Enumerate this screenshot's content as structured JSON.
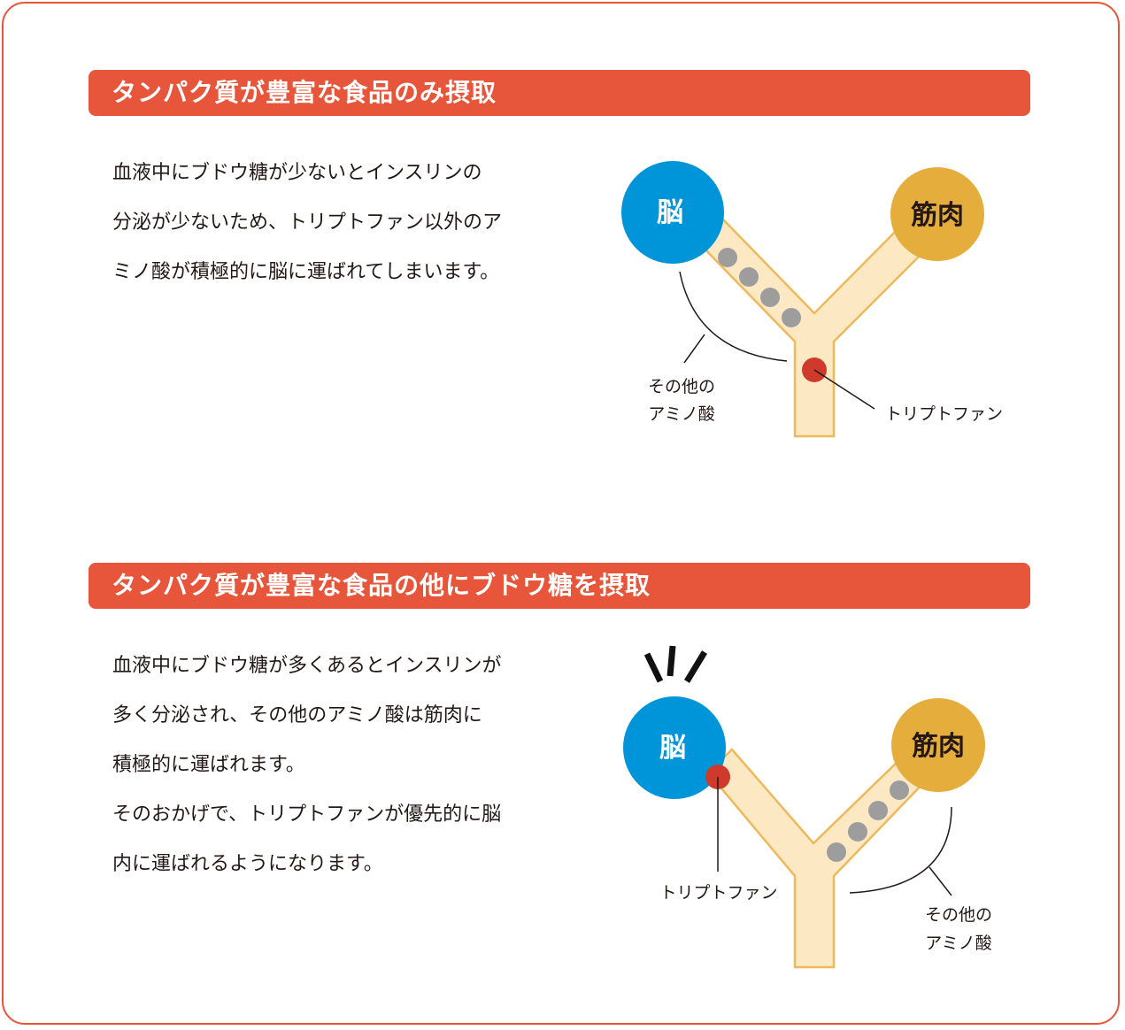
{
  "section1": {
    "title": "タンパク質が豊富な食品のみ摂取",
    "paragraphs": [
      "血液中にブドウ糖が少ないとインスリンの",
      "分泌が少ないため、トリプトファン以外のア",
      "ミノ酸が積極的に脳に運ばれてしまいます。"
    ],
    "diagram": {
      "brain_label": "脳",
      "muscle_label": "筋肉",
      "other_label_line1": "その他の",
      "other_label_line2": "アミノ酸",
      "tryptophan_label": "トリプトファン"
    }
  },
  "section2": {
    "title": "タンパク質が豊富な食品の他にブドウ糖を摂取",
    "paragraphs": [
      "血液中にブドウ糖が多くあるとインスリンが",
      "多く分泌され、その他のアミノ酸は筋肉に",
      "積極的に運ばれます。",
      "そのおかげで、トリプトファンが優先的に脳",
      "内に運ばれるようになります。"
    ],
    "diagram": {
      "brain_label": "脳",
      "muscle_label": "筋肉",
      "other_label_line1": "その他の",
      "other_label_line2": "アミノ酸",
      "tryptophan_label": "トリプトファン"
    }
  },
  "colors": {
    "accent": "#e7553a",
    "brain": "#0094d8",
    "muscle": "#e5ad3c",
    "vessel_fill": "#fde8c4",
    "vessel_stroke": "#eeb95a",
    "amino_acid": "#9d9d9d",
    "tryptophan": "#cf3a2c"
  }
}
